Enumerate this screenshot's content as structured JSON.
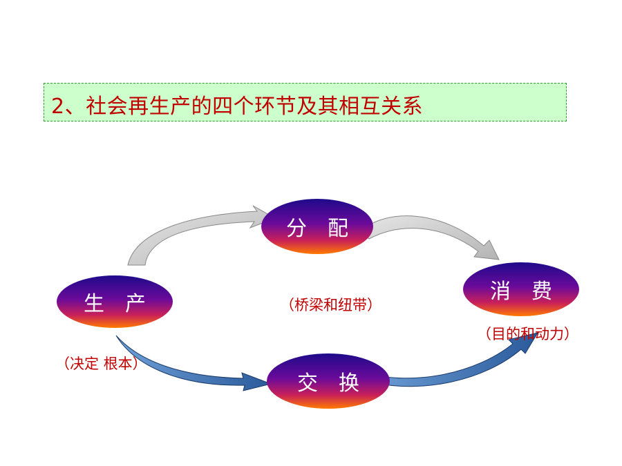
{
  "title": "2、社会再生产的四个环节及其相互关系",
  "nodes": {
    "production": {
      "label": "生　产",
      "note": "（决定  根本）"
    },
    "distribution": {
      "label": "分　配"
    },
    "exchange": {
      "label": "交　换"
    },
    "consumption": {
      "label": "消　费",
      "note": "（目的和动力）"
    }
  },
  "center_note": "（桥梁和纽带）",
  "colors": {
    "title_bg": "#ccffcc",
    "title_text": "#c00000",
    "node_top": "#2a0a8c",
    "node_bottom": "#ff6a00",
    "upper_arrows": "#c8c8c8",
    "lower_arrows": "#3a6fb0",
    "note_text": "#c00000"
  }
}
